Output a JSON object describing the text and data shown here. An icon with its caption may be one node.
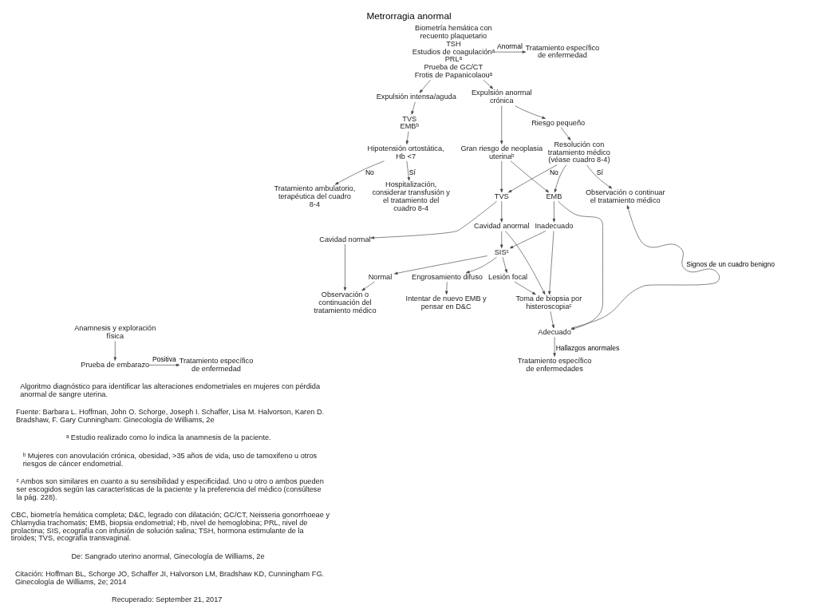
{
  "diagram": {
    "title": "Metrorragia anormal",
    "caption": "Algoritmo diagnóstico para identificar las alteraciones endometriales en mujeres con pérdida anormal de sangre uterina.",
    "nodes": [
      {
        "text": [
          "Anamnesis y exploración física"
        ]
      },
      {
        "text": [
          "Prueba de embarazo"
        ]
      },
      {
        "text": [
          "Tratamiento específico de enfermedad"
        ]
      },
      {
        "text": [
          "Biometría hemática con recuento plaquetario",
          "TSH",
          "Estudios de coagulaciónᵃ",
          "PRLᵃ",
          "Prueba de GC/CT",
          "Frotis de Papanicolaouᵃ"
        ]
      },
      {
        "text": [
          "Tratamiento específico de enfermedad"
        ]
      },
      {
        "text": [
          "Expulsión intensa/aguda"
        ]
      },
      {
        "text": [
          "Expulsión anormal crónica"
        ]
      },
      {
        "text": [
          "TVS",
          "EMBᵇ"
        ]
      },
      {
        "text": [
          "Hipotensión ortostática, Hb <7"
        ]
      },
      {
        "text": [
          "Hospitalización, considerar transfusión y el tratamiento del cuadro 8-4"
        ]
      },
      {
        "text": [
          "Tratamiento ambulatorio, terapéutica del cuadro 8-4"
        ]
      },
      {
        "text": [
          "Gran riesgo de neoplasia uterinaᵇ"
        ]
      },
      {
        "text": [
          "Riesgo pequeño"
        ]
      },
      {
        "text": [
          "Resolución con tratamiento médico (véase cuadro 8-4)"
        ]
      },
      {
        "text": [
          "Observación o continuar el tratamiento médico"
        ]
      },
      {
        "text": [
          "TVS"
        ]
      },
      {
        "text": [
          "EMB"
        ]
      },
      {
        "text": [
          "Cavidad normal"
        ]
      },
      {
        "text": [
          "Cavidad anormal"
        ]
      },
      {
        "text": [
          "Inadecuado"
        ]
      },
      {
        "text": [
          "Adecuado"
        ]
      },
      {
        "text": [
          "Observación o continuación del tratamiento médico"
        ]
      },
      {
        "text": [
          "SISᶜ"
        ]
      },
      {
        "text": [
          "Toma de biopsia por histeroscopiaᶜ"
        ]
      },
      {
        "text": [
          "Tratamiento específico de enfermedades"
        ]
      },
      {
        "text": [
          "Normal"
        ]
      },
      {
        "text": [
          "Engrosamiento difuso"
        ]
      },
      {
        "text": [
          "Lesión focal"
        ]
      },
      {
        "text": [
          "Intentar de nuevo EMB y pensar en D&C"
        ]
      }
    ],
    "edges": [
      {
        "from": 0,
        "to": 1,
        "arrow": "to"
      },
      {
        "from": 1,
        "to": 2,
        "arrow": "to",
        "label": "Positiva"
      },
      {
        "from": 3,
        "to": 4,
        "arrow": "to",
        "label": "Anormal"
      },
      {
        "from": 3,
        "to": 5,
        "arrow": "to"
      },
      {
        "from": 3,
        "to": 6,
        "arrow": "to"
      },
      {
        "from": 5,
        "to": 7,
        "arrow": "to"
      },
      {
        "from": 7,
        "to": 8,
        "arrow": "to"
      },
      {
        "from": 8,
        "to": 9,
        "arrow": "to",
        "label": "Sí"
      },
      {
        "from": 8,
        "to": 10,
        "arrow": "to",
        "label": "No"
      },
      {
        "from": 6,
        "to": 11,
        "arrow": "to"
      },
      {
        "from": 6,
        "to": 12,
        "arrow": "to"
      },
      {
        "from": 12,
        "to": 13,
        "arrow": "to"
      },
      {
        "from": 13,
        "to": 15,
        "arrow": "to",
        "label": "No"
      },
      {
        "from": 13,
        "to": 16,
        "arrow": "to"
      },
      {
        "from": 13,
        "to": 14,
        "arrow": "to",
        "label": "Sí"
      },
      {
        "from": 11,
        "to": 15,
        "arrow": "to"
      },
      {
        "from": 11,
        "to": 16,
        "arrow": "to"
      },
      {
        "from": 20,
        "to": 14,
        "arrow": "to",
        "label": "Signos de un cuadro benigno"
      },
      {
        "from": 15,
        "to": 17,
        "arrow": "to"
      },
      {
        "from": 15,
        "to": 18,
        "arrow": "to"
      },
      {
        "from": 16,
        "to": 20,
        "arrow": "to"
      },
      {
        "from": 16,
        "to": 19,
        "arrow": "to"
      },
      {
        "from": 17,
        "to": 21,
        "arrow": "to"
      },
      {
        "from": 18,
        "to": 22,
        "arrow": "to"
      },
      {
        "from": 18,
        "to": 23,
        "arrow": "to"
      },
      {
        "from": 19,
        "to": 22,
        "arrow": "to"
      },
      {
        "from": 19,
        "to": 23,
        "arrow": "to"
      },
      {
        "from": 23,
        "to": 20,
        "arrow": "to"
      },
      {
        "from": 20,
        "to": 24,
        "arrow": "to",
        "label": "Hallazgos anormales"
      },
      {
        "from": 22,
        "to": 25,
        "arrow": "to"
      },
      {
        "from": 22,
        "to": 26,
        "arrow": "to"
      },
      {
        "from": 22,
        "to": 27,
        "arrow": "to"
      },
      {
        "from": 25,
        "to": 21,
        "arrow": "to"
      },
      {
        "from": 27,
        "to": 23,
        "arrow": "to"
      },
      {
        "from": 26,
        "to": 28,
        "arrow": "to"
      }
    ],
    "labels": [
      "Fuente: Barbara L. Hoffman, John O. Schorge, Joseph I. Schaffer, Lisa M. Halvorson, Karen D. Bradshaw, F. Gary Cunningham: Ginecología de Williams, 2e",
      "ᵃ Estudio realizado como lo indica la anamnesis de la paciente.",
      "ᵇ Mujeres con anovulación crónica, obesidad, >35 años de vida, uso de tamoxifeno u otros riesgos de cáncer endometrial.",
      "ᶜ Ambos son similares en cuanto a su sensibilidad y especificidad. Uno u otro o ambos pueden ser escogidos según las características de la paciente y la preferencia del médico (consúltese la pág. 228).",
      "CBC, biometría hemática completa; D&C, legrado con dilatación; GC/CT, Neisseria gonorrhoeae y Chlamydia trachomatis; EMB, biopsia endometrial; Hb, nivel de hemoglobina; PRL, nivel de prolactina; SIS, ecografía con infusión de solución salina; TSH, hormona estimulante de la tiroides; TVS, ecografía transvaginal.",
      "De: Sangrado uterino anormal, Ginecología de Williams, 2e",
      "Citación: Hoffman BL, Schorge JO, Schaffer JI, Halvorson LM, Bradshaw KD, Cunningham FG. Ginecología de Williams, 2e; 2014",
      "Recuperado: September 21, 2017"
    ]
  }
}
